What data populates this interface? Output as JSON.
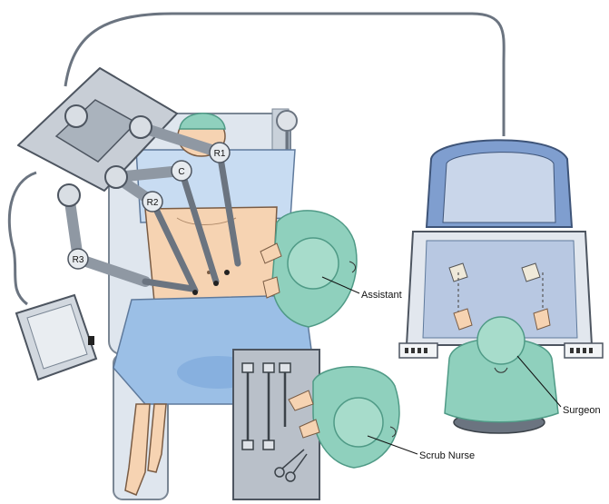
{
  "labels": {
    "r1": "R1",
    "c": "C",
    "r2": "R2",
    "r3": "R3",
    "assistant": "Assistant",
    "surgeon": "Surgeon",
    "scrub_nurse": "Scrub Nurse"
  },
  "colors": {
    "gown": "#8fd0bd",
    "gown_dark": "#4f9a86",
    "skin": "#f6d3b2",
    "drape": "#9bbfe6",
    "drape_light": "#c8dcf2",
    "robot": "#c8ced6",
    "robot_dark": "#6b7480",
    "console_blue": "#7f9ecf",
    "tray": "#b9c0c9"
  }
}
